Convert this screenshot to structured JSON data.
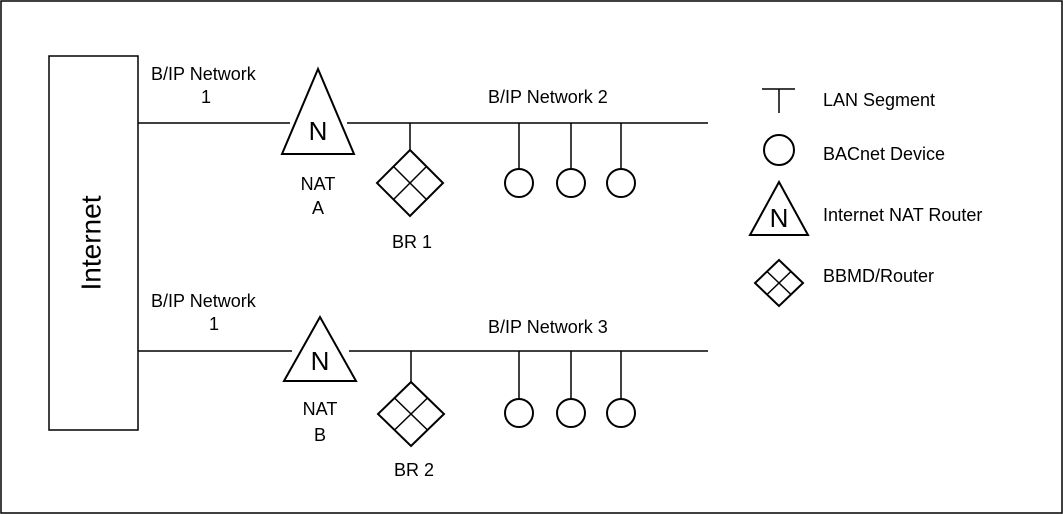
{
  "internet_label": "Internet",
  "network_top": {
    "wan_label_line1": "B/IP Network",
    "wan_label_line2": "1",
    "nat_letter": "N",
    "nat_label_line1": "NAT",
    "nat_label_line2": "A",
    "lan_label": "B/IP Network 2",
    "router_label": "BR 1"
  },
  "network_bottom": {
    "wan_label_line1": "B/IP Network",
    "wan_label_line2": "1",
    "nat_letter": "N",
    "nat_label_line1": "NAT",
    "nat_label_line2": "B",
    "lan_label": "B/IP Network 3",
    "router_label": "BR 2"
  },
  "legend": {
    "items": [
      {
        "icon": "lan-segment-icon",
        "label": "LAN Segment"
      },
      {
        "icon": "bacnet-device-icon",
        "label": "BACnet Device"
      },
      {
        "icon": "nat-router-icon",
        "label": "Internet NAT Router",
        "letter": "N"
      },
      {
        "icon": "bbmd-router-icon",
        "label": "BBMD/Router"
      }
    ]
  }
}
